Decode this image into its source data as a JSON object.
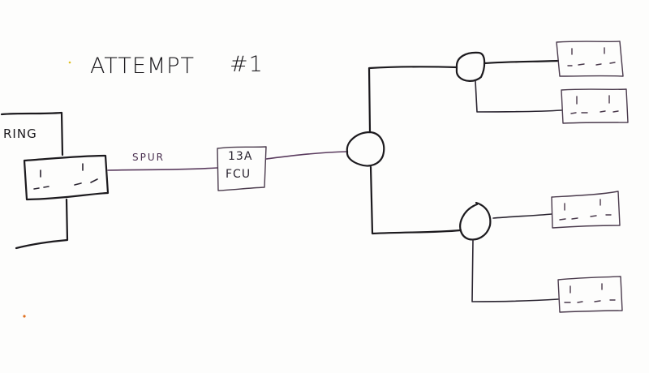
{
  "title": "ATTEMPT",
  "title_number": "#1",
  "labels": {
    "ring": "RING",
    "spur": "SPUR",
    "fcu_rating": "13A",
    "fcu_name": "FCU"
  },
  "nodes": [
    {
      "id": "ring-socket",
      "type": "double-socket",
      "label": "ring socket"
    },
    {
      "id": "fcu",
      "type": "fused-connection-unit",
      "label": "13A FCU"
    },
    {
      "id": "junction-main",
      "type": "junction-box"
    },
    {
      "id": "junction-upper",
      "type": "junction-box"
    },
    {
      "id": "junction-lower",
      "type": "junction-box"
    },
    {
      "id": "socket-1",
      "type": "double-socket"
    },
    {
      "id": "socket-2",
      "type": "double-socket"
    },
    {
      "id": "socket-3",
      "type": "double-socket"
    },
    {
      "id": "socket-4",
      "type": "double-socket"
    }
  ],
  "edges": [
    {
      "from": "ring",
      "to": "ring-socket",
      "label": "RING"
    },
    {
      "from": "ring-socket",
      "to": "fcu",
      "label": "SPUR"
    },
    {
      "from": "fcu",
      "to": "junction-main"
    },
    {
      "from": "junction-main",
      "to": "junction-upper"
    },
    {
      "from": "junction-main",
      "to": "junction-lower"
    },
    {
      "from": "junction-upper",
      "to": "socket-1"
    },
    {
      "from": "junction-upper",
      "to": "socket-2"
    },
    {
      "from": "junction-lower",
      "to": "socket-3"
    },
    {
      "from": "junction-lower",
      "to": "socket-4"
    }
  ],
  "colors": {
    "ink": "#1c1a1e",
    "purple_ink": "#5a3b5e",
    "paper": "#fdfdfc"
  }
}
